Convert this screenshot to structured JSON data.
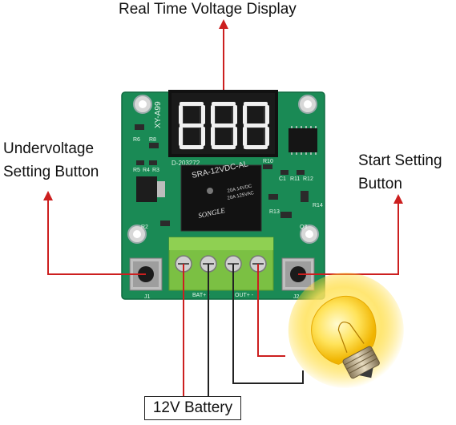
{
  "labels": {
    "display": "Real Time Voltage Display",
    "undervoltage_line1": "Undervoltage",
    "undervoltage_line2": "Setting Button",
    "start_line1": "Start Setting",
    "start_line2": "Button",
    "battery": "12V Battery"
  },
  "board": {
    "model_mark": "XY-A99",
    "relay_model": "SRA-12VDC-AL",
    "relay_brand": "SONGLE",
    "relay_rating_1": "20A 14VDC",
    "relay_rating_2": "20A 125VAC",
    "pcb_code": "D-203272",
    "terminal_left": "BAT+ -",
    "terminal_right": "OUT+ -",
    "button_left_id": "J1",
    "button_right_id": "J2",
    "parts": [
      "R6",
      "R8",
      "R5",
      "R4",
      "R3",
      "R2",
      "R10",
      "C1",
      "R11",
      "R12",
      "R13",
      "R14",
      "Q3"
    ]
  },
  "colors": {
    "pcb": "#1a8a55",
    "arrow": "#cc1f1f",
    "terminal": "#7bc043",
    "wire": "#222222"
  }
}
